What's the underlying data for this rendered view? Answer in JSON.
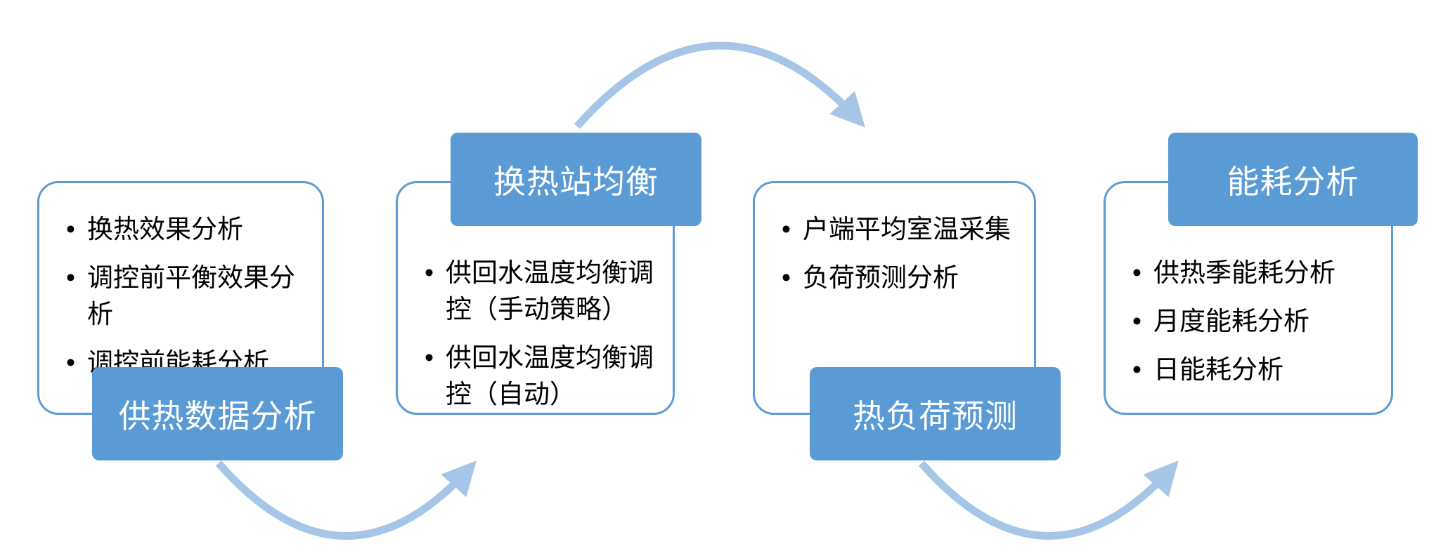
{
  "diagram": {
    "colors": {
      "stage_fill": "#5B9BD5",
      "stage_text": "#FFFFFF",
      "detail_border": "#5B9BD5",
      "detail_fill": "#FFFFFF",
      "arrow": "#A6C6E8",
      "bullet_text": "#000000"
    },
    "stages": [
      {
        "title": "供热数据分析",
        "title_position": "bottom",
        "bullets": [
          "换热效果分析",
          "调控前平衡效果分析",
          "调控前能耗分析"
        ]
      },
      {
        "title": "换热站均衡",
        "title_position": "top",
        "bullets": [
          "供回水温度均衡调控（手动策略）",
          "供回水温度均衡调控（自动）"
        ]
      },
      {
        "title": "热负荷预测",
        "title_position": "bottom",
        "bullets": [
          "户端平均室温采集",
          "负荷预测分析"
        ]
      },
      {
        "title": "能耗分析",
        "title_position": "top",
        "bullets": [
          "供热季能耗分析",
          "月度能耗分析",
          "日能耗分析"
        ]
      }
    ],
    "arrows": [
      {
        "name": "stage1-to-stage2",
        "shape": "curve-below-up-right"
      },
      {
        "name": "stage2-to-stage3",
        "shape": "curve-over-top-right"
      },
      {
        "name": "stage3-to-stage4",
        "shape": "curve-below-up-right"
      }
    ]
  }
}
